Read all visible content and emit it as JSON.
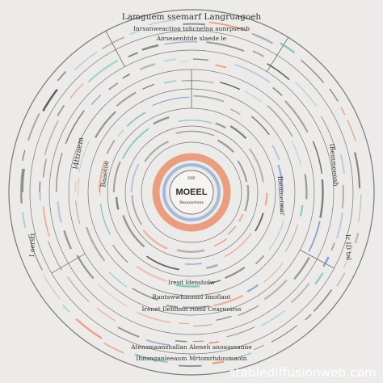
{
  "title_top": "Lamguem ssemarf Langruagoeh",
  "subtitle_top": "Inrsanweaction tohcnelna aunrpsemb",
  "tertiary_top": "Airseaenhtde slaede le",
  "core_label": "MOEEL",
  "core_sublabel": "Reaaxwrtenx",
  "core_top_label": "IDE",
  "bottom_labels": [
    "Iresit Idensholw",
    "Rantswwhanmol Imoflant",
    "Irenet Ileblimn ruenl Cearnoirss",
    "Atensmaanshallan Aleneh anoaassanne",
    "Ihnsnganleeaum Mrtomrhdoumaoln"
  ],
  "left_vertical_labels": [
    "I4ttraem",
    "Baaetoe",
    "I oerstt"
  ],
  "right_vertical_labels": [
    "IBemmeeeah",
    "Ibenmenear",
    "Ir ID tal"
  ],
  "colors": {
    "background": "#ecebea",
    "ring_stroke": "#5a5a5a",
    "accent_orange": "#e8845f",
    "accent_blue": "#6f8fc8",
    "accent_teal": "#6fbfa9",
    "text": "#333333"
  },
  "watermark": "stablediffusionweb.com"
}
